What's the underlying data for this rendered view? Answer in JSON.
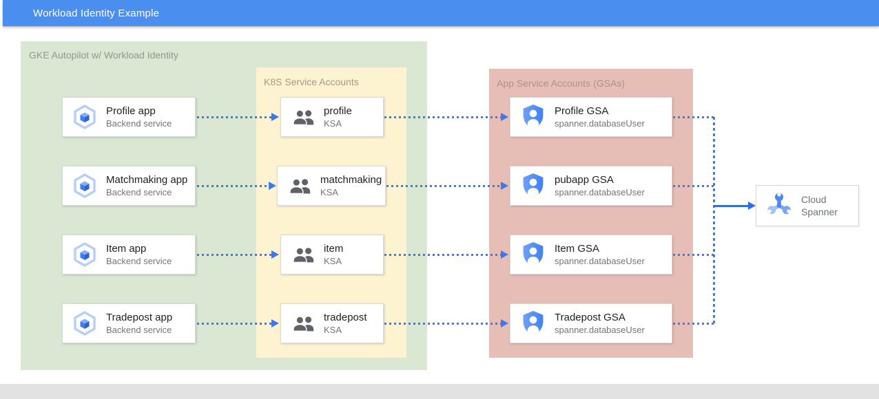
{
  "header": {
    "title": "Workload Identity Example"
  },
  "groups": {
    "gke": {
      "label": "GKE Autopilot w/ Workload Identity"
    },
    "ksa": {
      "label": "K8S Service Accounts"
    },
    "gsa": {
      "label": "App Service Accounts (GSAs)"
    }
  },
  "apps": [
    {
      "title": "Profile app",
      "subtitle": "Backend service"
    },
    {
      "title": "Matchmaking app",
      "subtitle": "Backend service"
    },
    {
      "title": "Item app",
      "subtitle": "Backend service"
    },
    {
      "title": "Tradepost app",
      "subtitle": "Backend service"
    }
  ],
  "ksas": [
    {
      "title": "profile",
      "subtitle": "KSA"
    },
    {
      "title": "matchmaking",
      "subtitle": "KSA"
    },
    {
      "title": "item",
      "subtitle": "KSA"
    },
    {
      "title": "tradepost",
      "subtitle": "KSA"
    }
  ],
  "gsas": [
    {
      "title": "Profile GSA",
      "subtitle": "spanner.databaseUser"
    },
    {
      "title": "pubapp GSA",
      "subtitle": "spanner.databaseUser"
    },
    {
      "title": "Item GSA",
      "subtitle": "spanner.databaseUser"
    },
    {
      "title": "Tradepost GSA",
      "subtitle": "spanner.databaseUser"
    }
  ],
  "spanner": {
    "lines": [
      "Cloud",
      "Spanner"
    ]
  },
  "icons": {
    "app": "gke-hexagon-cube-icon",
    "ksa": "people-icon",
    "gsa": "shield-user-icon",
    "spanner": "spanner-wrench-icon"
  },
  "colors": {
    "header_bar": "#4a8ef0",
    "gke_group": "#d9e7d3",
    "ksa_group": "#fdf3d0",
    "gsa_group": "#e7beb6",
    "arrow_dotted": "#3d79e8",
    "arrow_solid": "#2e6fe8",
    "node_title": "#212121",
    "node_subtitle": "#757575",
    "footer_strip": "#e2e2e2"
  }
}
